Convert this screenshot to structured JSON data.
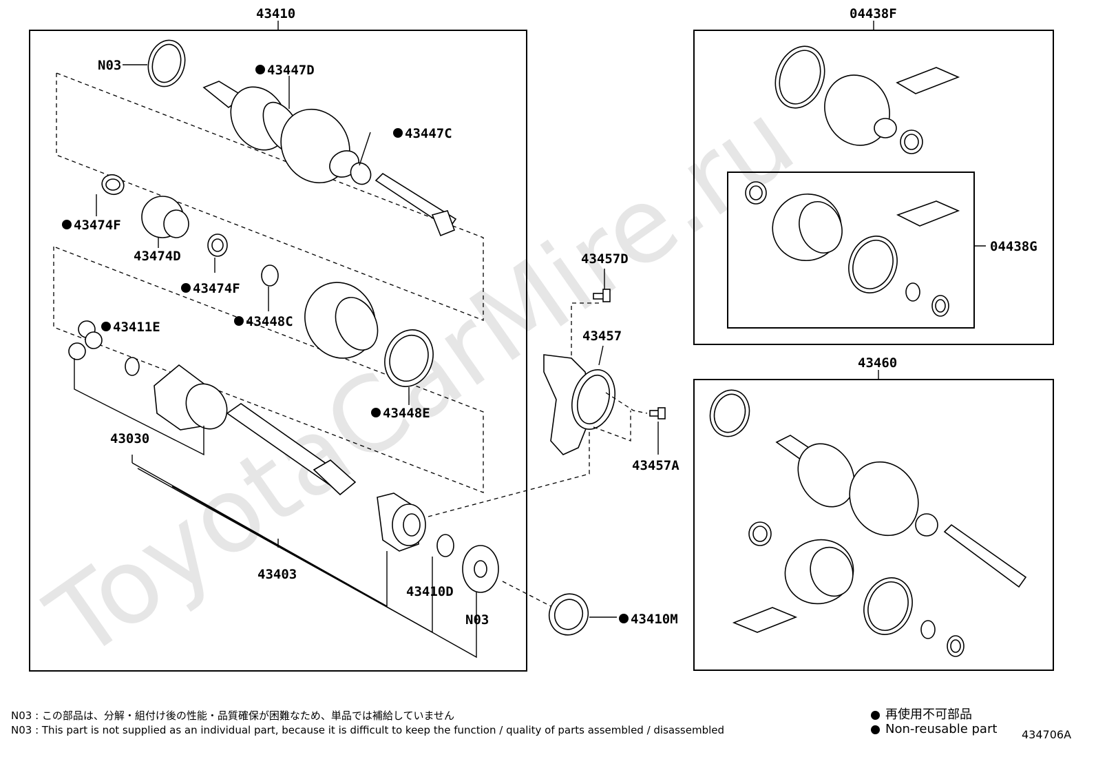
{
  "watermark": "ToyotaCarMire.ru",
  "labels": {
    "l43410": "43410",
    "l04438F": "04438F",
    "l04438G": "04438G",
    "l43460": "43460",
    "n03_top": "N03",
    "l43447D": "43447D",
    "l43447C": "43447C",
    "l43474F_a": "43474F",
    "l43474D": "43474D",
    "l43474F_b": "43474F",
    "l43448C": "43448C",
    "l43411E": "43411E",
    "l43030": "43030",
    "l43448E": "43448E",
    "l43403": "43403",
    "l43410D": "43410D",
    "n03_bottom": "N03",
    "l43410M": "43410M",
    "l43457D": "43457D",
    "l43457": "43457",
    "l43457A": "43457A"
  },
  "footnotes": {
    "jp": "N03 : この部品は、分解・組付け後の性能・品質確保が困難なため、単品では補給していません",
    "en": "N03 : This part is not supplied as an individual part, because it is difficult to keep the function / quality of parts  assembled / disassembled"
  },
  "legend": {
    "jp": "再使用不可部品",
    "en": "Non-reusable part"
  },
  "figure_code": "434706A"
}
